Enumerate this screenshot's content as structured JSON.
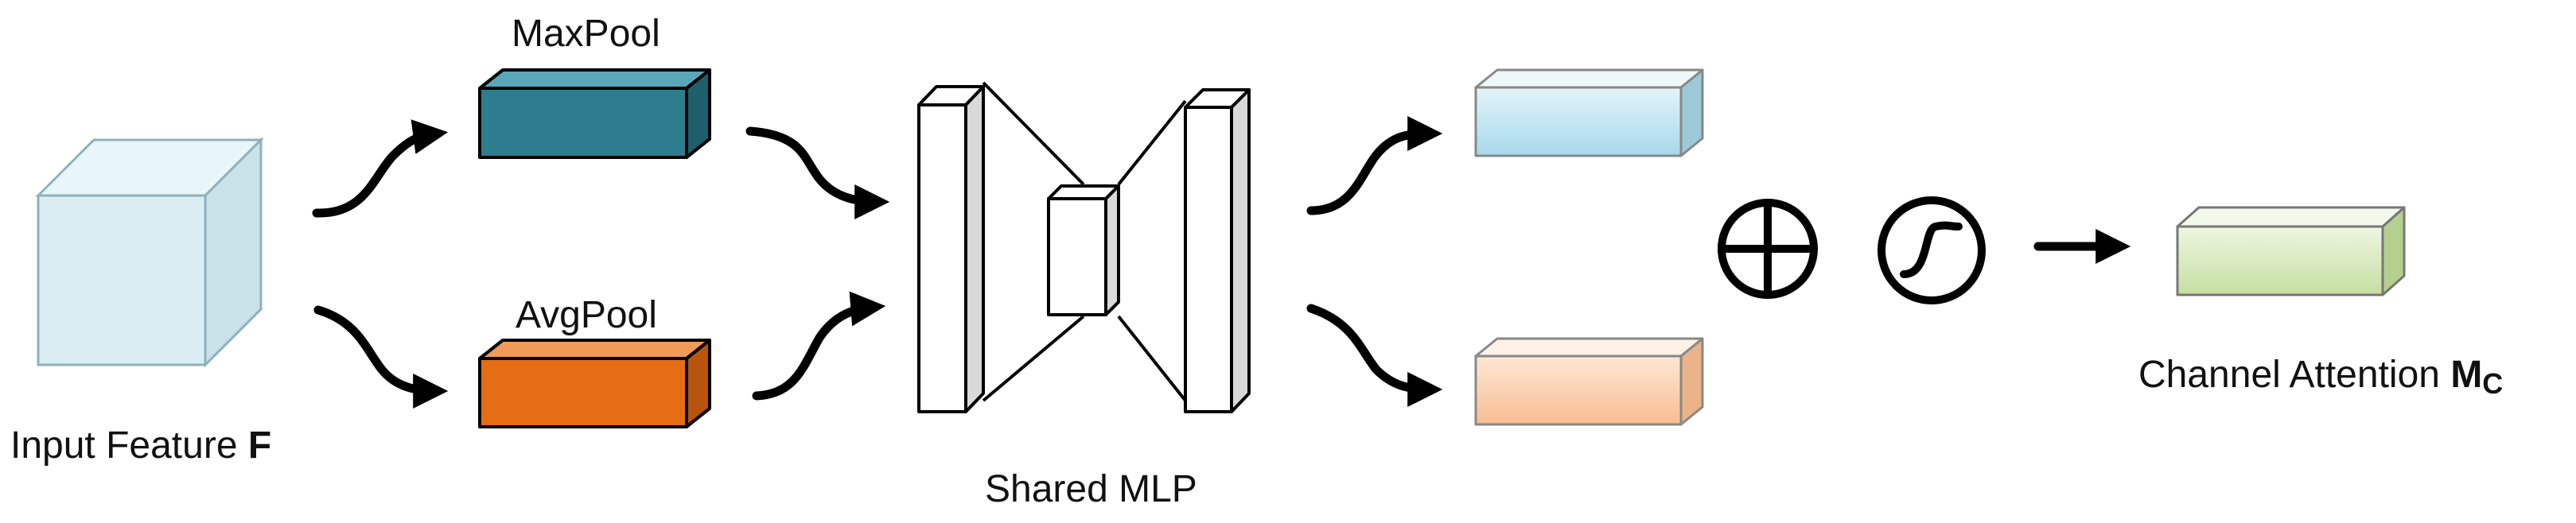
{
  "labels": {
    "input_prefix": "Input Feature",
    "input_symbol": "F",
    "maxpool": "MaxPool",
    "avgpool": "AvgPool",
    "shared_mlp": "Shared MLP",
    "output_prefix": "Channel Attention",
    "output_symbol": "M",
    "output_subscript": "C"
  },
  "colors": {
    "input_cube": "#daedf3",
    "maxpool_block": "#2e7d8e",
    "avgpool_block": "#e56d14",
    "mlp_out_max": "#bfe2ee",
    "mlp_out_avg": "#fbd0b0",
    "output_block": "#d6e7b9",
    "stroke": "#000000"
  },
  "icons": {
    "sum": "circle-plus-icon",
    "sigmoid": "sigmoid-icon"
  }
}
